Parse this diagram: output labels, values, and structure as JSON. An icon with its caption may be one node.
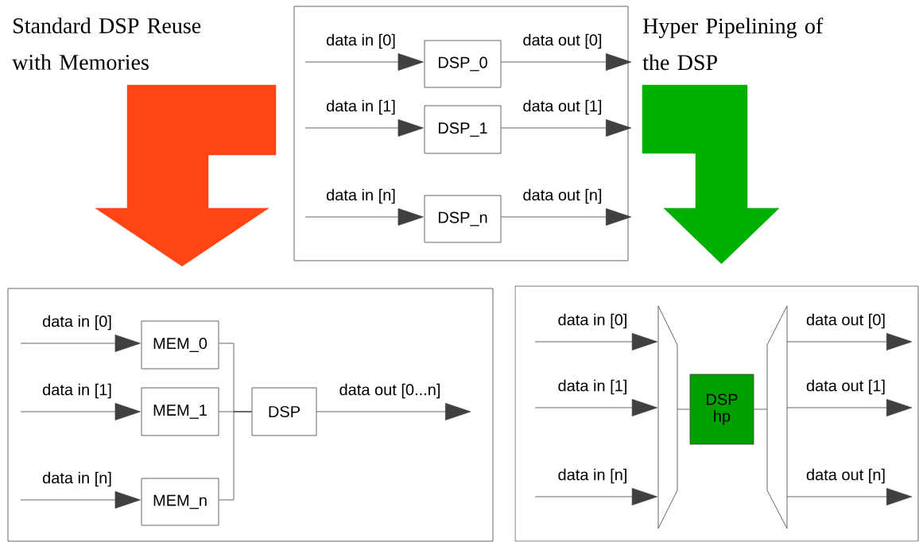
{
  "diagram": {
    "nodes": [
      {
        "text": [],
        "shape": "box"
      },
      {
        "text": [
          "DSP_0"
        ],
        "in": 0
      },
      {
        "text": [
          "DSP_1"
        ],
        "in": 0
      },
      {
        "text": [
          "DSP_n"
        ],
        "in": 0
      },
      {
        "text": [],
        "shape": "box"
      },
      {
        "text": [
          "MEM_0"
        ],
        "in": 4
      },
      {
        "text": [
          "MEM_1"
        ],
        "in": 4
      },
      {
        "text": [
          "MEM_n"
        ],
        "in": 4
      },
      {
        "text": [
          "DSP"
        ],
        "in": 4
      },
      {
        "text": [],
        "shape": "box"
      },
      {
        "text": [],
        "shape": "trapezoid",
        "in": 9
      },
      {
        "text": [
          "DSP hp"
        ],
        "in": 9
      },
      {
        "text": [],
        "shape": "trapezoid",
        "in": 9
      }
    ],
    "edges": [
      {
        "from": null,
        "to": 1,
        "arrow": "to",
        "label": "data in [0]"
      },
      {
        "from": 1,
        "to": null,
        "arrow": "to",
        "label": "data out [0]"
      },
      {
        "from": null,
        "to": 2,
        "arrow": "to",
        "label": "data in [1]"
      },
      {
        "from": 2,
        "to": null,
        "arrow": "to",
        "label": "data out [1]"
      },
      {
        "from": null,
        "to": 3,
        "arrow": "to",
        "label": "data in [n]"
      },
      {
        "from": 3,
        "to": null,
        "arrow": "to",
        "label": "data out [n]"
      },
      {
        "from": 0,
        "to": 4,
        "arrow": "to",
        "label": "Standard DSP Reuse with Memories",
        "style": "thick",
        "color": "#ff4513"
      },
      {
        "from": 0,
        "to": 9,
        "arrow": "to",
        "label": "Hyper Pipelining of the DSP",
        "style": "thick",
        "color": "#00b000"
      },
      {
        "from": null,
        "to": 5,
        "arrow": "to",
        "label": "data in [0]"
      },
      {
        "from": null,
        "to": 6,
        "arrow": "to",
        "label": "data in [1]"
      },
      {
        "from": null,
        "to": 7,
        "arrow": "to",
        "label": "data in [n]"
      },
      {
        "from": 5,
        "to": 8,
        "arrow": "none"
      },
      {
        "from": 6,
        "to": 8,
        "arrow": "none"
      },
      {
        "from": 7,
        "to": 8,
        "arrow": "none"
      },
      {
        "from": 8,
        "to": null,
        "arrow": "to",
        "label": "data out [0...n]"
      },
      {
        "from": null,
        "to": 10,
        "arrow": "to",
        "label": "data in [0]"
      },
      {
        "from": null,
        "to": 10,
        "arrow": "to",
        "label": "data in [1]"
      },
      {
        "from": null,
        "to": 10,
        "arrow": "to",
        "label": "data in [n]"
      },
      {
        "from": 10,
        "to": 11,
        "arrow": "none"
      },
      {
        "from": 11,
        "to": 12,
        "arrow": "none"
      },
      {
        "from": 12,
        "to": null,
        "arrow": "to",
        "label": "data out [0]"
      },
      {
        "from": 12,
        "to": null,
        "arrow": "to",
        "label": "data out [1]"
      },
      {
        "from": 12,
        "to": null,
        "arrow": "to",
        "label": "data out [n]"
      }
    ]
  }
}
